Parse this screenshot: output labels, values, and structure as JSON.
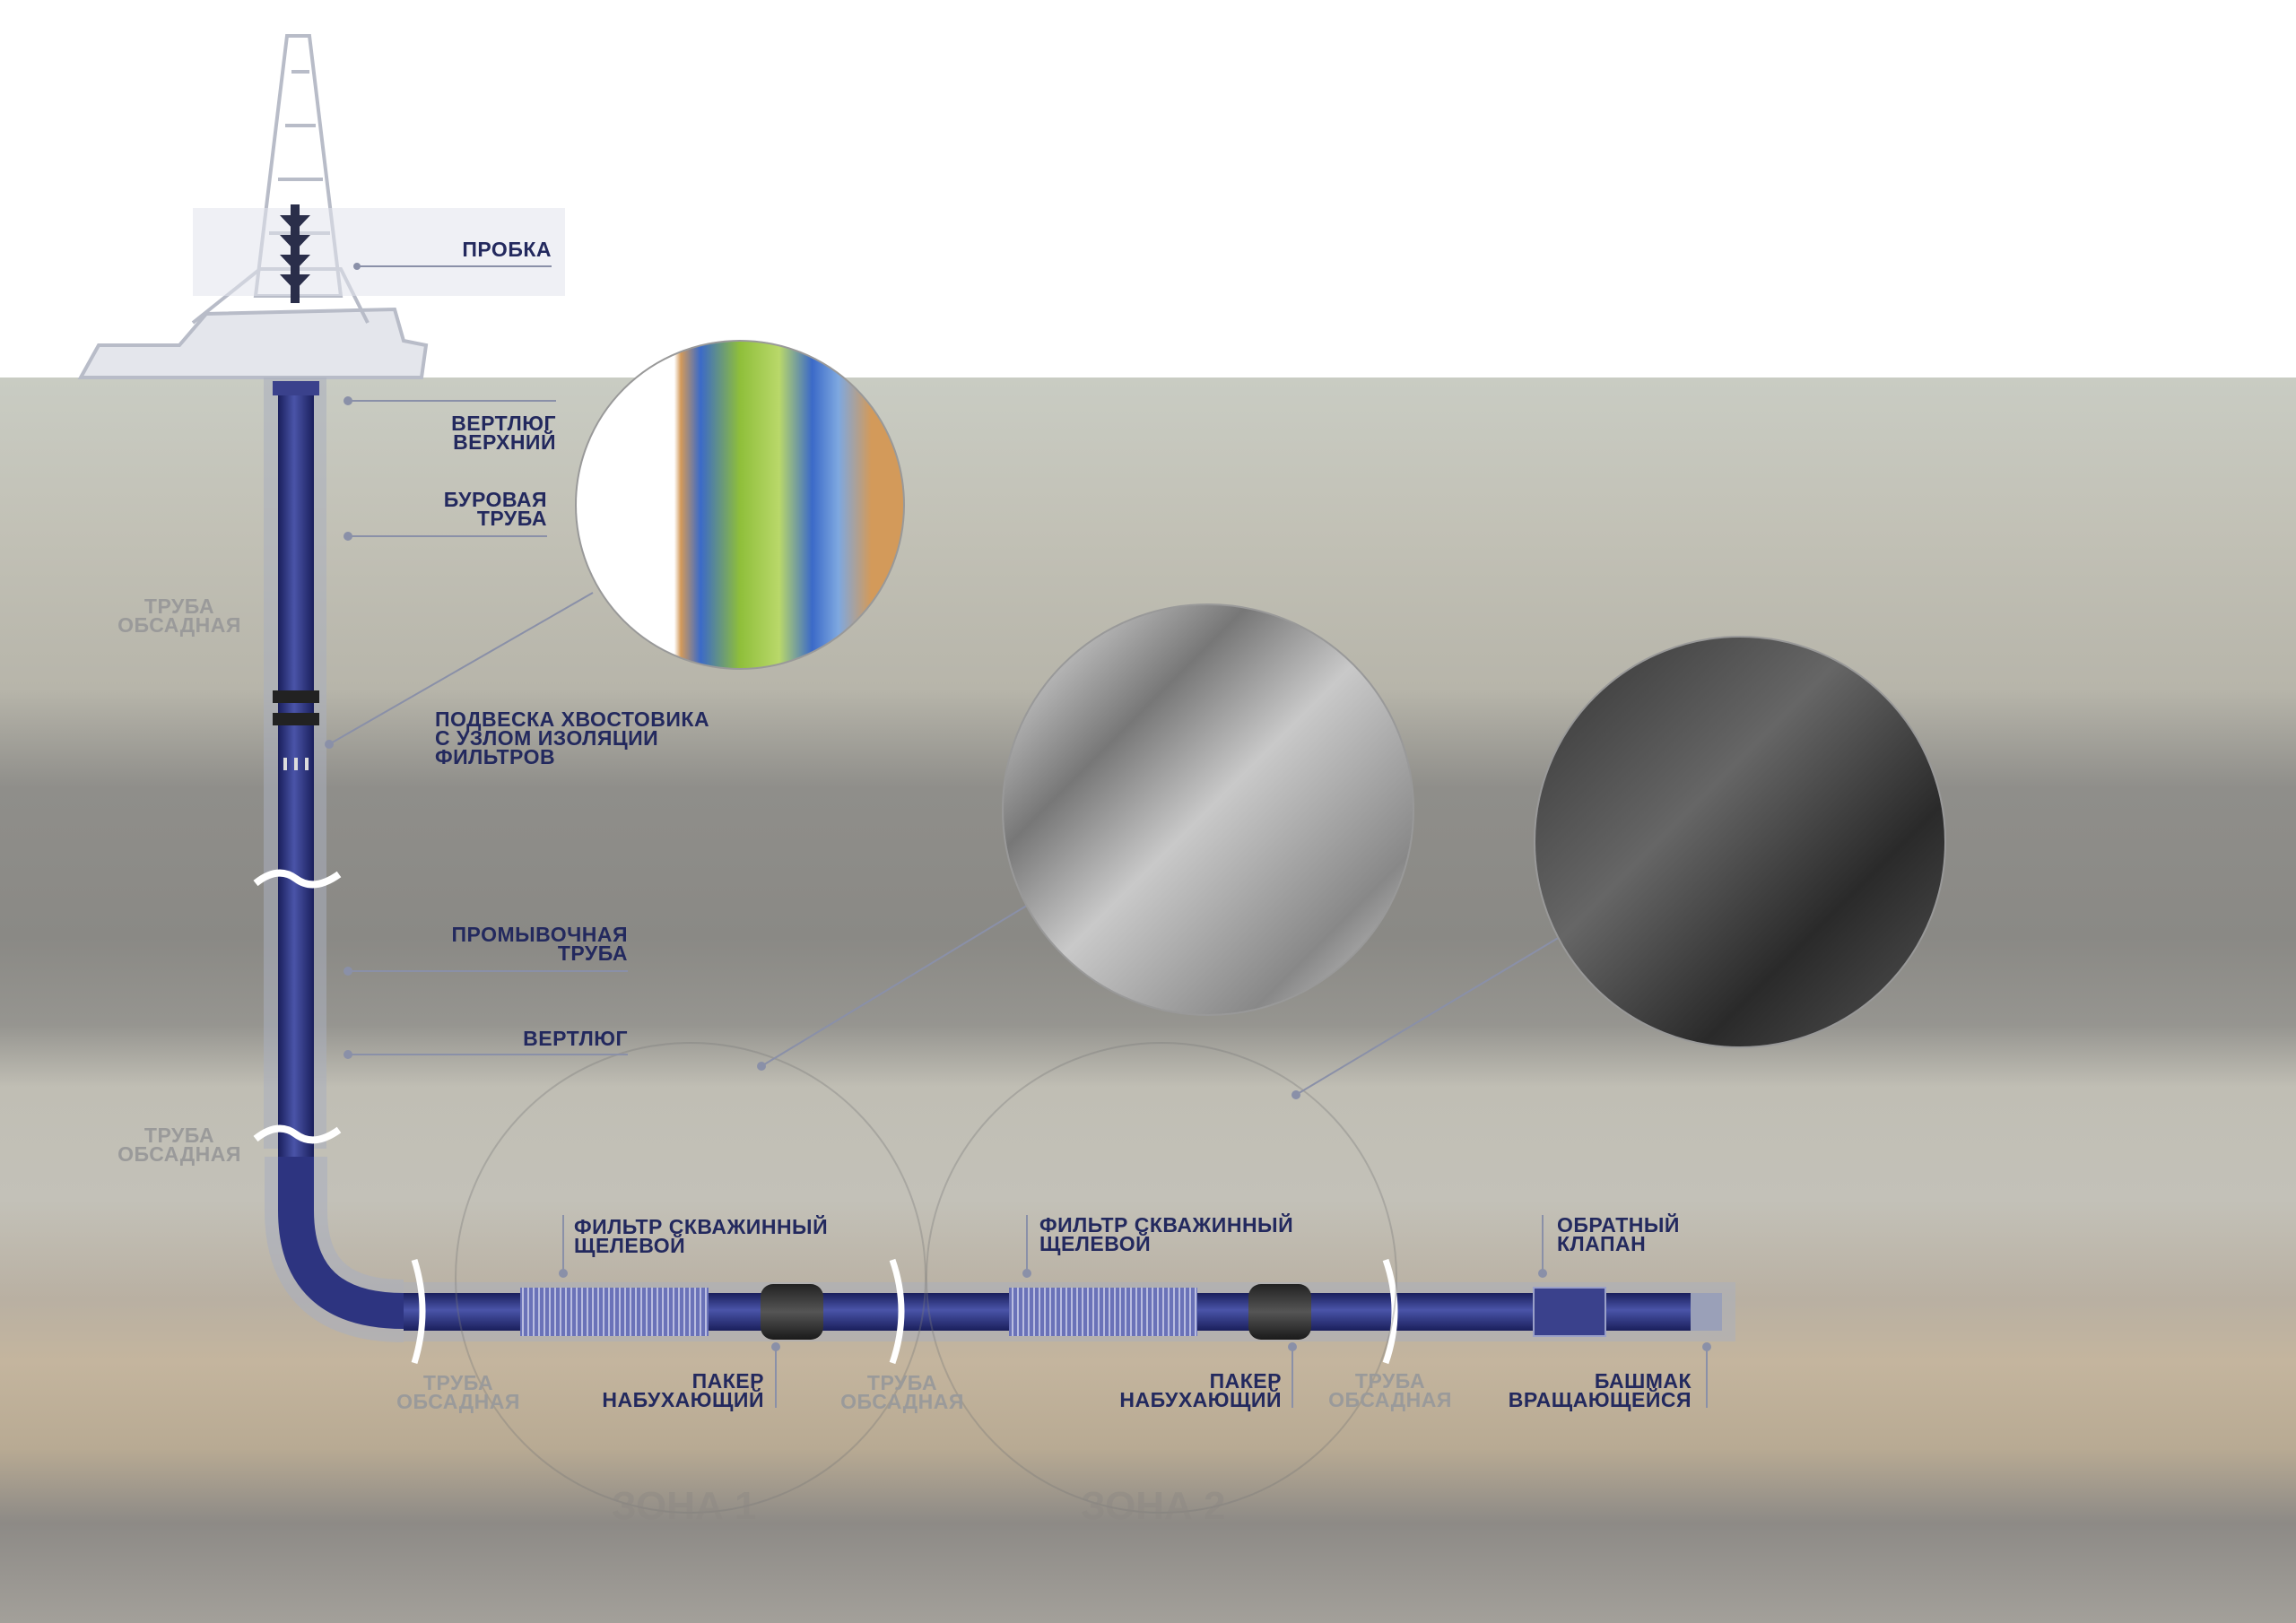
{
  "colors": {
    "label": "#23295e",
    "muted": "#9a9a9a",
    "pipe": "#2d3480"
  },
  "labels": {
    "plug": "ПРОБКА",
    "top_swivel": [
      "ВЕРТЛЮГ",
      "ВЕРХНИЙ"
    ],
    "drill_pipe": [
      "БУРОВАЯ",
      "ТРУБА"
    ],
    "casing_upper": [
      "ТРУБА",
      "ОБСАДНАЯ"
    ],
    "liner_hanger": [
      "ПОДВЕСКА ХВОСТОВИКА",
      "С УЗЛОМ ИЗОЛЯЦИИ",
      "ФИЛЬТРОВ"
    ],
    "wash_pipe": [
      "ПРОМЫВОЧНАЯ",
      "ТРУБА"
    ],
    "swivel": "ВЕРТЛЮГ",
    "casing_mid": [
      "ТРУБА",
      "ОБСАДНАЯ"
    ],
    "filter1": [
      "ФИЛЬТР СКВАЖИННЫЙ",
      "ЩЕЛЕВОЙ"
    ],
    "filter2": [
      "ФИЛЬТР СКВАЖИННЫЙ",
      "ЩЕЛЕВОЙ"
    ],
    "check_valve": [
      "ОБРАТНЫЙ",
      "КЛАПАН"
    ],
    "casing_h1": [
      "ТРУБА",
      "ОБСАДНАЯ"
    ],
    "packer1": [
      "ПАКЕР",
      "НАБУХАЮЩИЙ"
    ],
    "casing_h2": [
      "ТРУБА",
      "ОБСАДНАЯ"
    ],
    "packer2": [
      "ПАКЕР",
      "НАБУХАЮЩИЙ"
    ],
    "casing_h3": [
      "ТРУБА",
      "ОБСАДНАЯ"
    ],
    "shoe": [
      "БАШМАК",
      "ВРАЩАЮЩЕЙСЯ"
    ]
  },
  "zones": [
    "ЗОНА 1",
    "ЗОНА 2"
  ]
}
